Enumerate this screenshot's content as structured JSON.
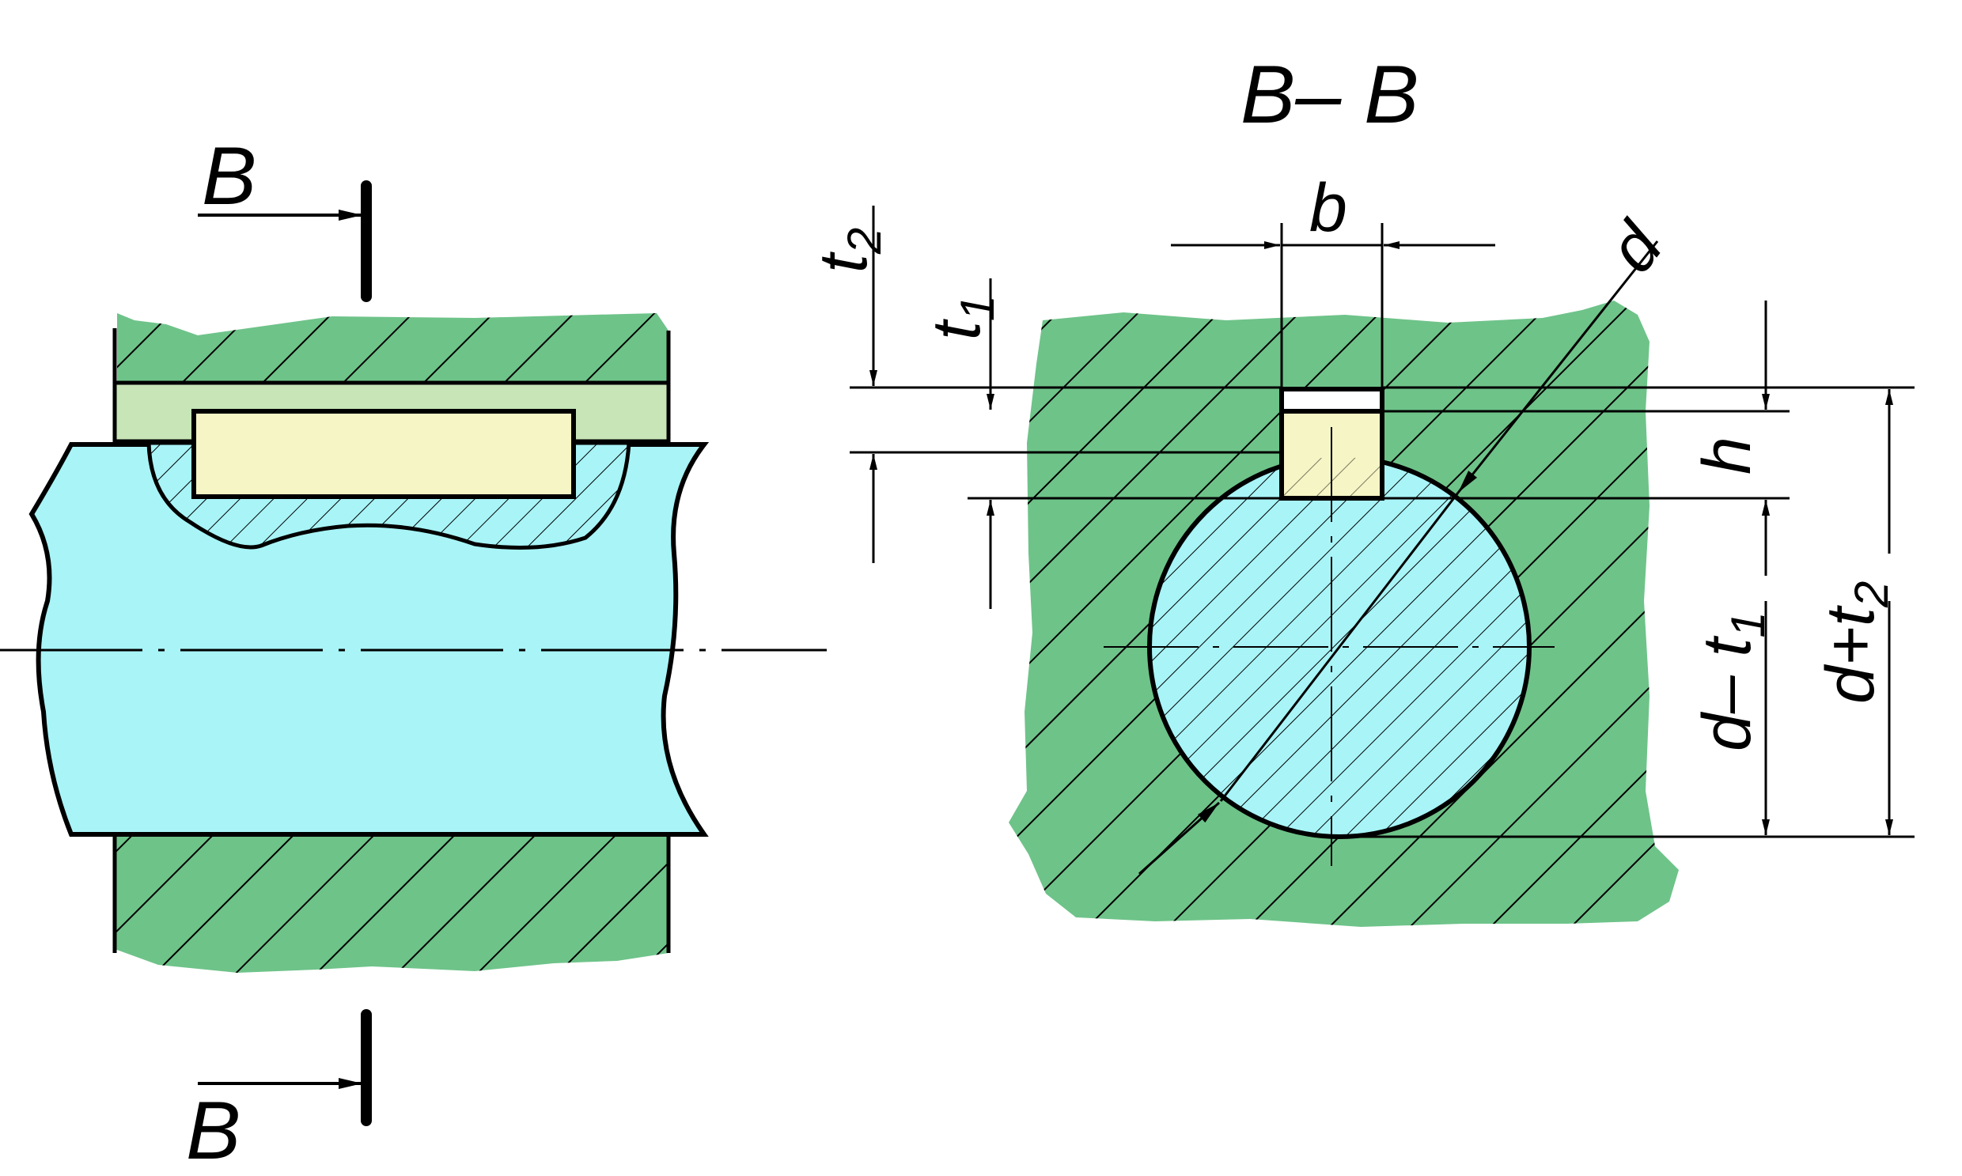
{
  "colors": {
    "housing": "#6EC389",
    "shaft": "#A8F4F7",
    "key": "#F5F5C5",
    "groove_strip": "#C7E5B7",
    "line": "#000000"
  },
  "labels": {
    "section_title": "B– B",
    "cut_marker_top": "B",
    "cut_marker_bottom": "B",
    "key_width": "b",
    "diameter": "d",
    "key_height": "h",
    "hub_depth_main": "t",
    "hub_depth_sub": "2",
    "shaft_depth_main": "t",
    "shaft_depth_sub": "1",
    "d_minus_t1_main": "d– t",
    "d_minus_t1_sub": "1",
    "d_plus_t2_main": "d+t",
    "d_plus_t2_sub": "2"
  },
  "views": {
    "left": "longitudinal-section",
    "right": "cross-section-B-B"
  }
}
